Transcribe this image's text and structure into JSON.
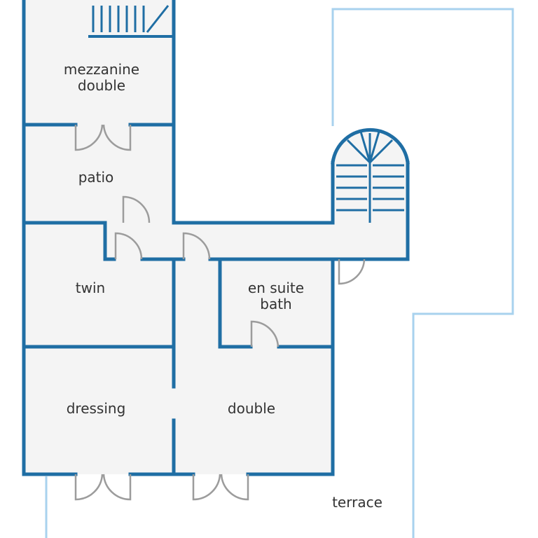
{
  "colors": {
    "wall": "#1f6ea4",
    "terrace_outline": "#a8d2ee",
    "floor": "#f4f4f4",
    "background": "#ffffff",
    "door": "#9c9c9c",
    "label": "#333333"
  },
  "rooms": {
    "mezzanine_double": {
      "line1": "mezzanine",
      "line2": "double"
    },
    "patio": {
      "label": "patio"
    },
    "twin": {
      "label": "twin"
    },
    "en_suite_bath": {
      "line1": "en suite",
      "line2": "bath"
    },
    "dressing": {
      "label": "dressing"
    },
    "double": {
      "label": "double"
    },
    "terrace": {
      "label": "terrace"
    }
  },
  "icons": {
    "straight_stair": "straight-staircase-icon",
    "spiral_stair": "spiral-staircase-icon",
    "single_door": "door-swing-icon",
    "double_door": "double-door-icon"
  }
}
